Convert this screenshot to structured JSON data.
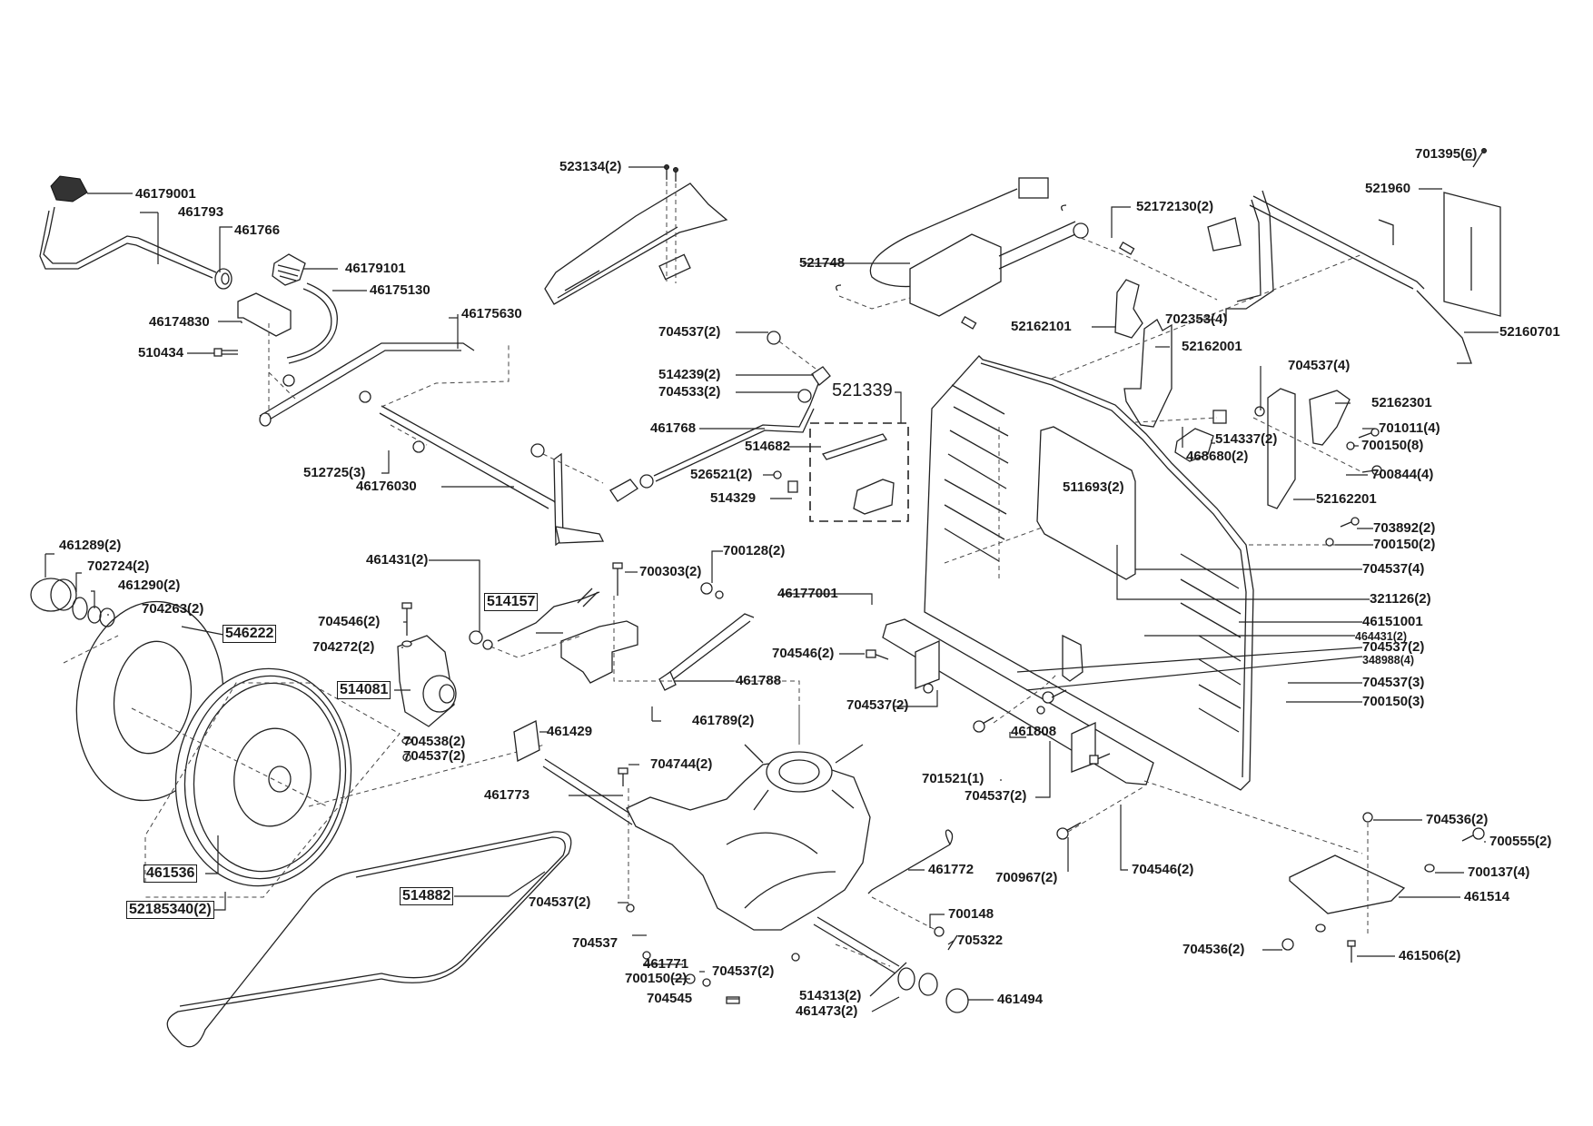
{
  "diagram": {
    "title": "",
    "kit_label": "521339",
    "labels": {
      "l46179001": "46179001",
      "l461793": "461793",
      "l461766": "461766",
      "l46179101": "46179101",
      "l46175130": "46175130",
      "l46174830": "46174830",
      "l510434": "510434",
      "l46175630": "46175630",
      "l512725": "512725(3)",
      "l46176030": "46176030",
      "l523134": "523134(2)",
      "l704537_a": "704537(2)",
      "l514239": "514239(2)",
      "l704533": "704533(2)",
      "l461768": "461768",
      "l514682": "514682",
      "l526521": "526521(2)",
      "l514329": "514329",
      "l521748": "521748",
      "l52172130": "52172130(2)",
      "l701395": "701395(6)",
      "l521960": "521960",
      "l52162101": "52162101",
      "l702353": "702353(4)",
      "l52160701": "52160701",
      "l52162001": "52162001",
      "l704537_4a": "704537(4)",
      "l52162301": "52162301",
      "l701011": "701011(4)",
      "l700150_8": "700150(8)",
      "l514337": "514337(2)",
      "l700844": "700844(4)",
      "l468680": "468680(2)",
      "l511693": "511693(2)",
      "l52162201": "52162201",
      "l703892": "703892(2)",
      "l700150_2": "700150(2)",
      "l704537_4b": "704537(4)",
      "l321126": "321126(2)",
      "l46151001": "46151001",
      "l464431": "464431(2)",
      "l704537_2c": "704537(2)",
      "l348988": "348988(4)",
      "l704537_3": "704537(3)",
      "l700150_3": "700150(3)",
      "l461289": "461289(2)",
      "l702724": "702724(2)",
      "l461290": "461290(2)",
      "l704263": "704263(2)",
      "l546222": "546222",
      "l461431": "461431(2)",
      "l514157": "514157",
      "l700303": "700303(2)",
      "l700128": "700128(2)",
      "l704546_a": "704546(2)",
      "l704272": "704272(2)",
      "l514081": "514081",
      "l704538": "704538(2)",
      "l704537_b": "704537(2)",
      "l461788": "461788",
      "l461789": "461789(2)",
      "l46177001": "46177001",
      "l704546_b": "704546(2)",
      "l704537_d": "704537(2)",
      "l461429": "461429",
      "l704744": "704744(2)",
      "l461773": "461773",
      "l461808": "461808",
      "l701521": "701521(1)",
      "l704537_e": "704537(2)",
      "l461536": "461536",
      "l52185340": "52185340(2)",
      "l514882": "514882",
      "l704537_f": "704537(2)",
      "l461772": "461772",
      "l700148": "700148",
      "l705322": "705322",
      "l704537_g": "704537",
      "l461771": "461771",
      "l704537_h": "704537(2)",
      "l700150_2b": "700150(2)",
      "l704545": "704545",
      "l514313": "514313(2)",
      "l461473": "461473(2)",
      "l461494": "461494",
      "l700967": "700967(2)",
      "l704546_c": "704546(2)",
      "l704536_a": "704536(2)",
      "l700555": "700555(2)",
      "l700137": "700137(4)",
      "l461514": "461514",
      "l704536_b": "704536(2)",
      "l461506": "461506(2)"
    }
  }
}
